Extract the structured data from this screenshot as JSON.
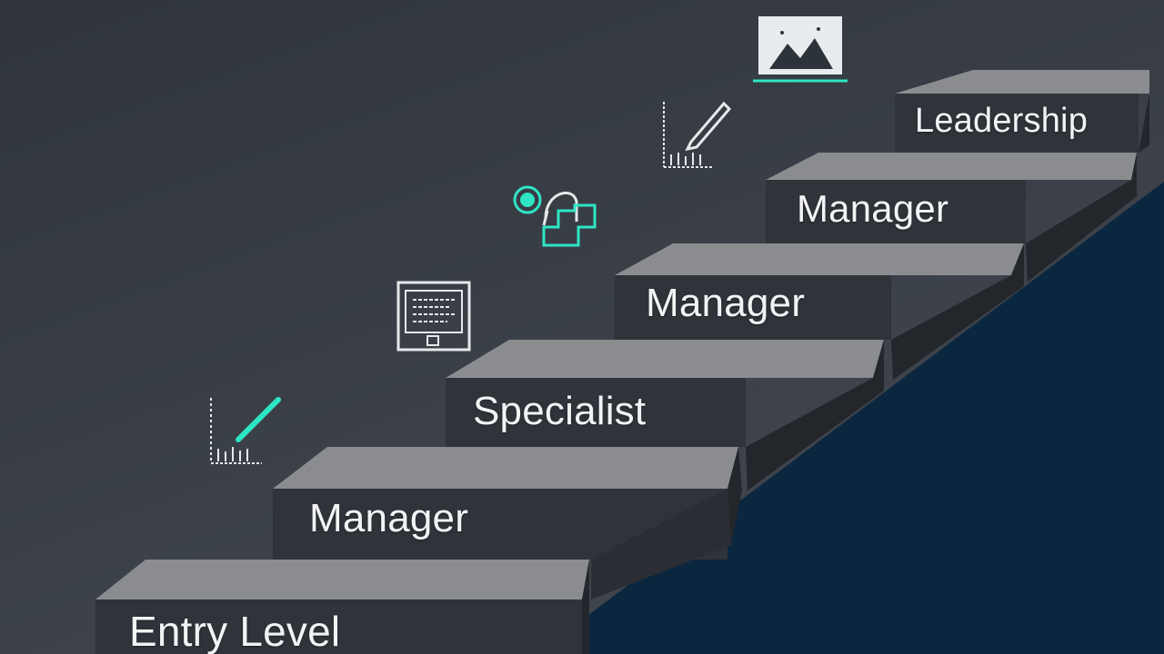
{
  "steps": [
    {
      "label": "Entry Level"
    },
    {
      "label": "Manager"
    },
    {
      "label": "Specialist"
    },
    {
      "label": "Manager"
    },
    {
      "label": "Manager"
    },
    {
      "label": "Leadership"
    }
  ],
  "icons": [
    "growth-chart-icon",
    "computer-monitor-icon",
    "headset-person-icon",
    "pencil-chart-icon",
    "mountain-image-icon"
  ],
  "colors": {
    "background": "#3a3f47",
    "step_top": "#8c8e91",
    "step_front": "#2f3238",
    "step_side": "#23262b",
    "wall": "#0b2740",
    "accent": "#2ee6c4",
    "icon_line": "#e6e8ea"
  }
}
